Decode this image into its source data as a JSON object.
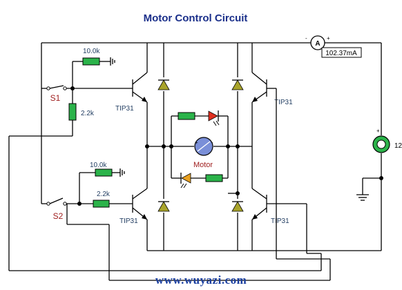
{
  "title": "Motor Control Circuit",
  "watermark": "www.wuyazi.com",
  "colors": {
    "title": "#1a2f8a",
    "resistor": "#2bb34a",
    "diode": "#a8a32a",
    "led_red": "#e03020",
    "led_orange": "#e8a020",
    "switch_label": "#a02020",
    "watermark": "#1a3fa0",
    "motor": "#7a8fd8"
  },
  "components": {
    "resistor_top": "10.0k",
    "resistor_s1": "2.2k",
    "resistor_bottom_top": "10.0k",
    "resistor_s2": "2.2k",
    "switch1": "S1",
    "switch2": "S2",
    "transistor_q1": "TIP31",
    "transistor_q2": "TIP31",
    "transistor_q3": "TIP31",
    "transistor_q4": "TIP31",
    "motor": "Motor",
    "ammeter_reading": "102.37mA",
    "ammeter_symbol": "A",
    "supply_voltage": "12"
  }
}
